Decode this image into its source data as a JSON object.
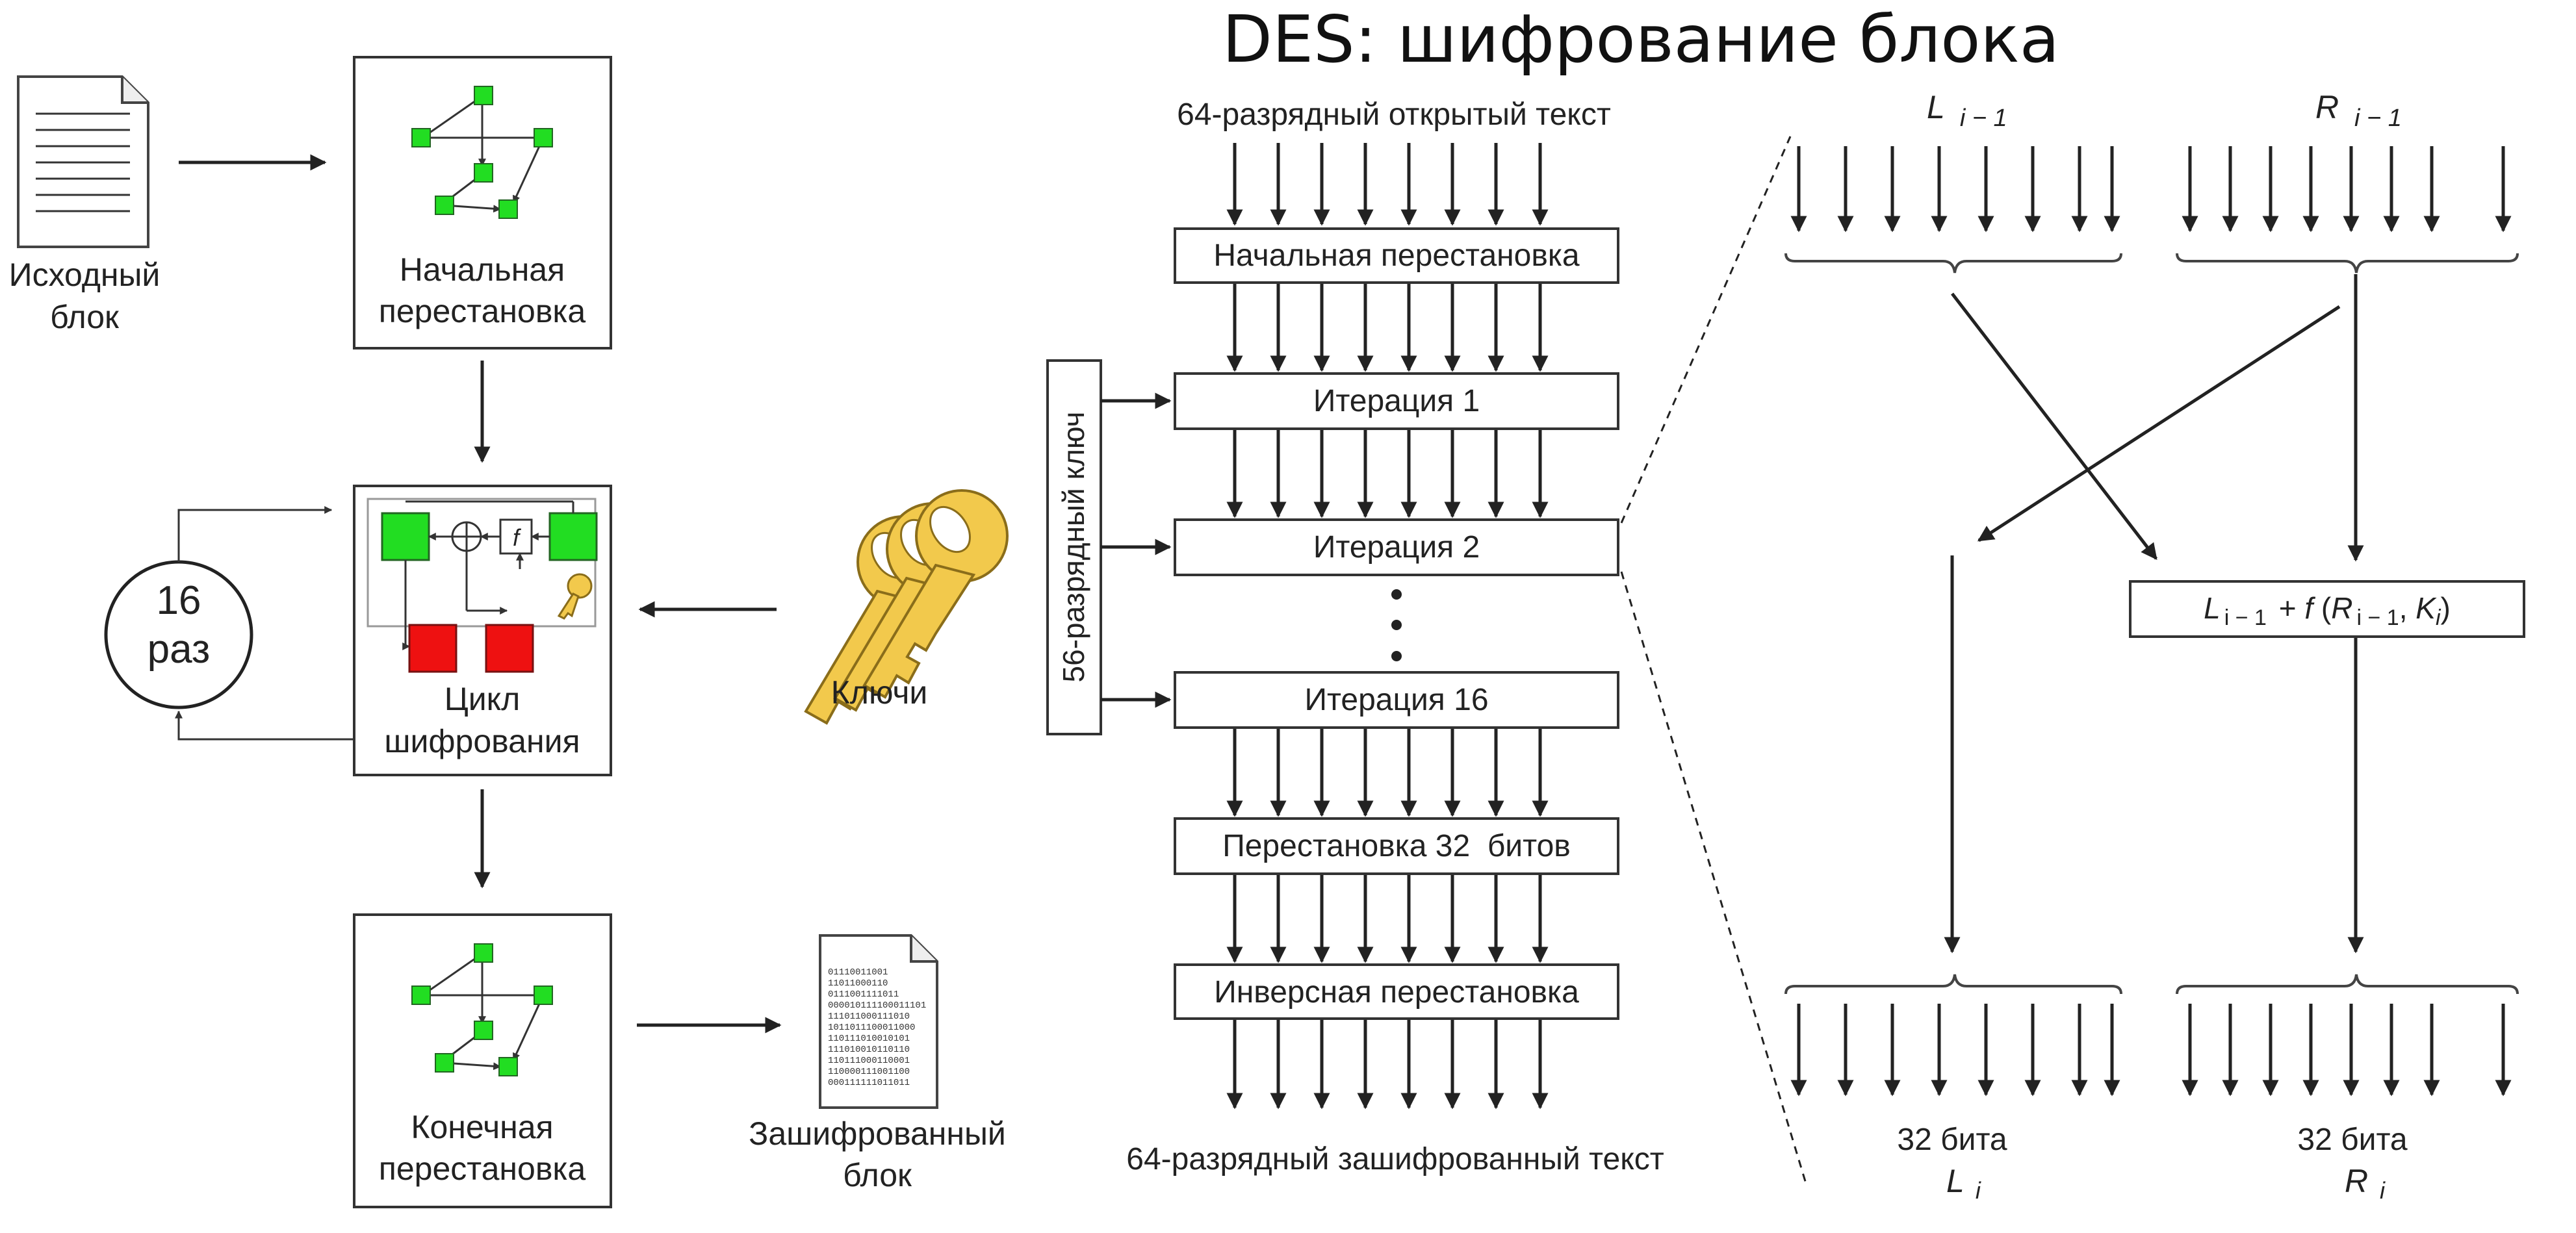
{
  "title": "DES: шифрование блока",
  "left_panel": {
    "source_block": "Исходный блок",
    "initial_permutation": "Начальная перестановка",
    "cipher_cycle": "Цикл шифрования",
    "rounds_num": "16",
    "rounds_unit": "раз",
    "keys": "Ключи",
    "final_permutation": "Конечная перестановка",
    "encrypted_block": "Зашифрованный блок",
    "f_symbol": "f",
    "binary_lines": [
      "01110011001",
      "11011000110",
      "0111001111011",
      "000010111100011101",
      "111011000111010",
      "1011011100011000",
      "110111010010101",
      "111010010110110",
      "110111000110001",
      "110000111001100",
      "000111111011011"
    ]
  },
  "middle_panel": {
    "input": "64-разрядный открытый текст",
    "initial_permutation": "Начальная перестановка",
    "iteration_1": "Итерация 1",
    "iteration_2": "Итерация 2",
    "iteration_16": "Итерация 16",
    "permutation_32": "Перестановка 32  битов",
    "inverse_permutation": "Инверсная перестановка",
    "output": "64-разрядный зашифрованный текст",
    "key_label": "56-разрядный ключ"
  },
  "right_panel": {
    "left_in": "L",
    "left_in_sub": "i − 1",
    "right_in": "R",
    "right_in_sub": "i − 1",
    "func_box": "L i − 1 + f (R i − 1, Ki)",
    "left_bits": "32 бита",
    "left_out": "L",
    "left_out_sub": "i",
    "right_bits": "32 бита",
    "right_out": "R",
    "right_out_sub": "i"
  },
  "colors": {
    "green": "#22dd22",
    "red": "#ee1111",
    "key_gold": "#f2c94c",
    "line": "#222222"
  }
}
